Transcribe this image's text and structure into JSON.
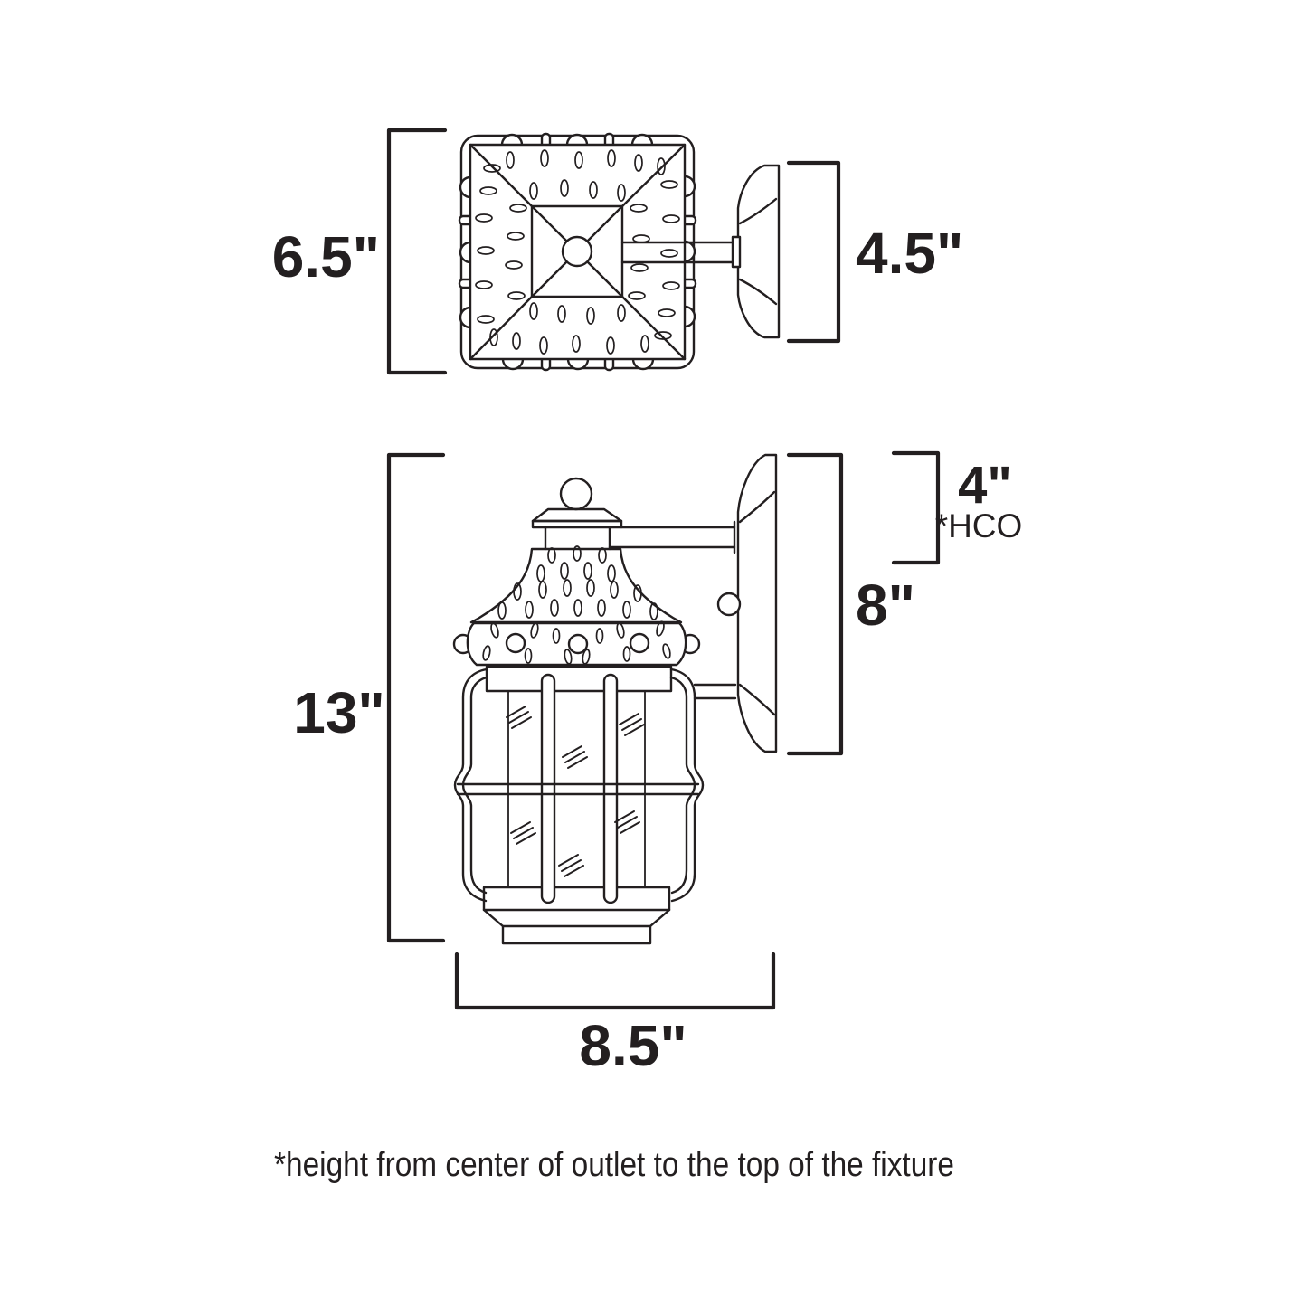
{
  "colors": {
    "line": "#231f20",
    "background": "#ffffff"
  },
  "diagram": {
    "top_view": {
      "height_label": "6.5\"",
      "depth_label": "4.5\""
    },
    "side_view": {
      "height_label": "13\"",
      "width_label": "8.5\"",
      "backplate_height_label": "8\"",
      "hco_label": "4\"",
      "hco_note": "*HCO"
    },
    "footnote": "*height from center of outlet to the top of the fixture"
  }
}
